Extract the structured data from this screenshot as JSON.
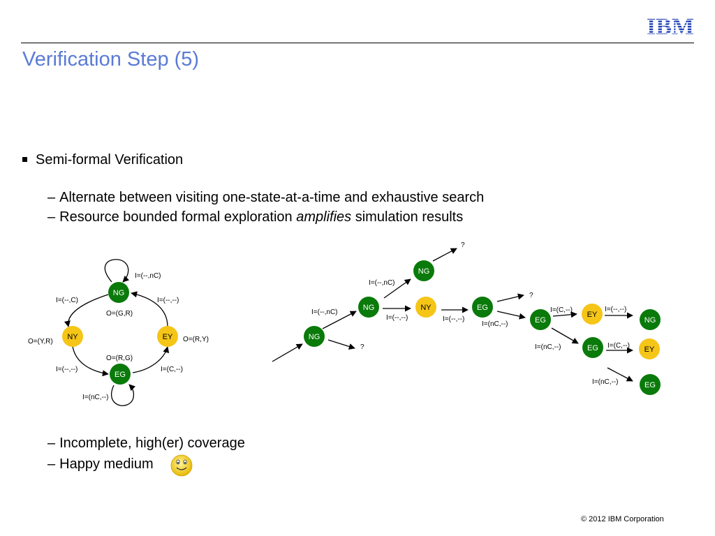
{
  "header": {
    "title": "Verification Step (5)",
    "logo_text": "IBM"
  },
  "content": {
    "bullet": "Semi-formal Verification",
    "sub_items": [
      {
        "dash": "–",
        "text": "Alternate between visiting one-state-at-a-time and exhaustive search"
      },
      {
        "dash": "–",
        "before": "Resource bounded formal exploration",
        "italic": "amplifies",
        "after": "simulation results"
      }
    ],
    "lower_items": [
      {
        "dash": "–",
        "text": "Incomplete, high(er) coverage"
      },
      {
        "dash": "–",
        "text": "Happy medium"
      }
    ]
  },
  "state_machine": {
    "states": {
      "ng": "NG",
      "ny": "NY",
      "ey": "EY",
      "eg": "EG"
    },
    "labels": {
      "ng_self": "I=(--,nC)",
      "ng_out": "O=(G,R)",
      "ng_to_ny": "I=(--,C)",
      "ey_to_ng": "I=(--,--)",
      "ny_out": "O=(Y,R)",
      "ey_out": "O=(R,Y)",
      "eg_out": "O=(R,G)",
      "ny_to_eg": "I=(--,--)",
      "eg_to_ey": "I=(C,--)",
      "eg_self": "I=(nC,--)"
    }
  },
  "exploration": {
    "nodes": {
      "root": "NG",
      "ng1": "NG",
      "ng_top": "NG",
      "ny1": "NY",
      "eg1": "EG",
      "eg2": "EG",
      "ey1": "EY",
      "ng_end": "NG",
      "eg3": "EG",
      "ey2": "EY",
      "eg_end": "EG"
    },
    "labels": {
      "root_to_ng1": "I=(--,nC)",
      "ng1_to_top": "I=(--,nC)",
      "ng1_to_ny": "I=(--,--)",
      "ny_to_eg": "I=(--,--)",
      "eg1_to_eg2": "I=(nC,--)",
      "eg2_to_ey": "I=(C,--)",
      "ey_to_ng": "I=(--,--)",
      "eg2_to_eg3": "I=(nC,--)",
      "eg3_to_ey": "I=(C,--)",
      "to_eg_end": "I=(nC,--)",
      "q_top": "?",
      "q_root": "?",
      "q_eg1": "?"
    }
  },
  "footer": {
    "copyright": "© 2012 IBM Corporation"
  },
  "colors": {
    "green_state": "#0a7a0a",
    "yellow_state": "#f5c518",
    "title_blue": "#5a7bd6",
    "logo_blue": "#1f3fb5"
  }
}
